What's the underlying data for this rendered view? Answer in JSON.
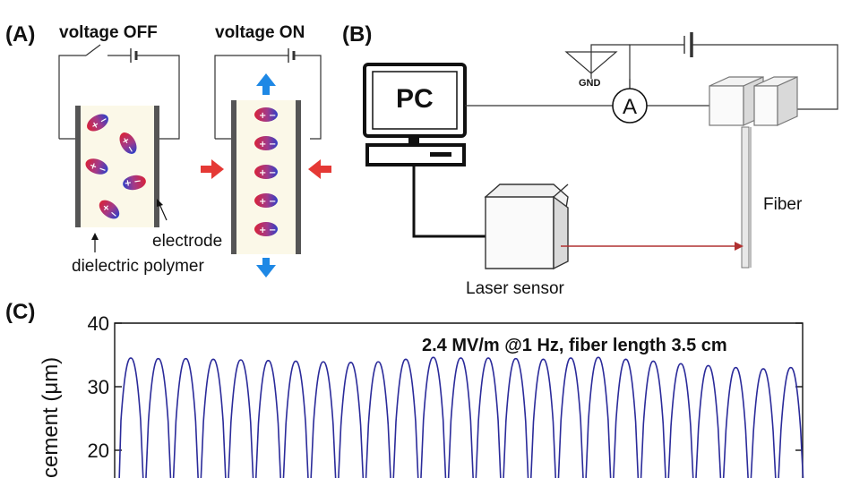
{
  "panel_a": {
    "label": "(A)",
    "voltage_off": "voltage OFF",
    "voltage_on": "voltage ON",
    "electrode": "electrode",
    "dielectric_polymer": "dielectric polymer"
  },
  "panel_b": {
    "label": "(B)",
    "pc": "PC",
    "gnd": "GND",
    "ammeter": "A",
    "fiber": "Fiber",
    "laser_sensor": "Laser sensor"
  },
  "panel_c": {
    "label": "(C)",
    "chart_data": {
      "type": "line",
      "annotation": "2.4 MV/m @1 Hz, fiber length 3.5 cm",
      "ylabel": "Displacement (μm)",
      "ylabel_visible": "cement (μm)",
      "xlabel": "",
      "yticks": [
        20,
        30,
        40
      ],
      "ylim_visible": [
        16.2,
        40
      ],
      "grid": false,
      "series": [
        {
          "color": "#2b2b9a",
          "peaks": [
            34.5,
            34.4,
            34.4,
            34.3,
            34.2,
            34.1,
            34.0,
            33.9,
            33.8,
            33.9,
            34.3,
            34.6,
            34.5,
            34.5,
            34.4,
            34.3,
            34.5,
            34.6,
            34.3,
            34.0,
            33.6,
            33.3,
            33.0,
            32.8,
            33.0
          ]
        }
      ]
    }
  },
  "colors": {
    "arrow_red": "#e53935",
    "arrow_blue": "#1e88e5",
    "dipole_red": "#d8233a",
    "dipole_blue": "#2e3fc7",
    "electrode": "#555555",
    "polymer": "#fbf8e8",
    "laser_beam": "#b03030",
    "signal": "#2b2b9a"
  }
}
